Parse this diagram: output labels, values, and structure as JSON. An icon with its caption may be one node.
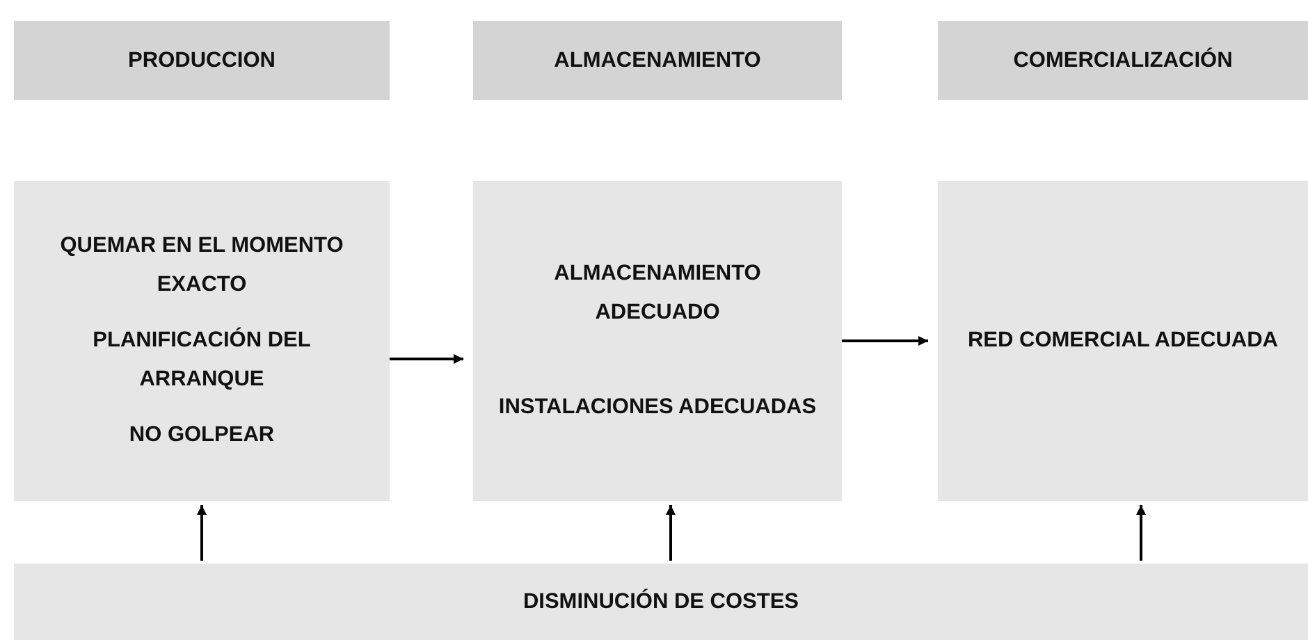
{
  "diagram": {
    "nodes": [
      {
        "text": [
          "PRODUCCION"
        ]
      },
      {
        "text": [
          "ALMACENAMIENTO"
        ]
      },
      {
        "text": [
          "COMERCIALIZACIÓN"
        ]
      },
      {
        "text": [
          "QUEMAR EN EL MOMENTO EXACTO",
          "PLANIFICACIÓN DEL ARRANQUE",
          "NO GOLPEAR"
        ]
      },
      {
        "text": [
          "ALMACENAMIENTO ADECUADO",
          "INSTALACIONES ADECUADAS"
        ]
      },
      {
        "text": [
          "RED COMERCIAL ADECUADA"
        ]
      },
      {
        "text": [
          "DISMINUCIÓN DE COSTES"
        ]
      }
    ],
    "edges": [
      {
        "from": 3,
        "to": 4,
        "arrow": "to"
      },
      {
        "from": 4,
        "to": 5,
        "arrow": "to"
      },
      {
        "from": 6,
        "to": 3,
        "arrow": "to"
      },
      {
        "from": 6,
        "to": 4,
        "arrow": "to"
      },
      {
        "from": 6,
        "to": 5,
        "arrow": "to"
      }
    ]
  }
}
